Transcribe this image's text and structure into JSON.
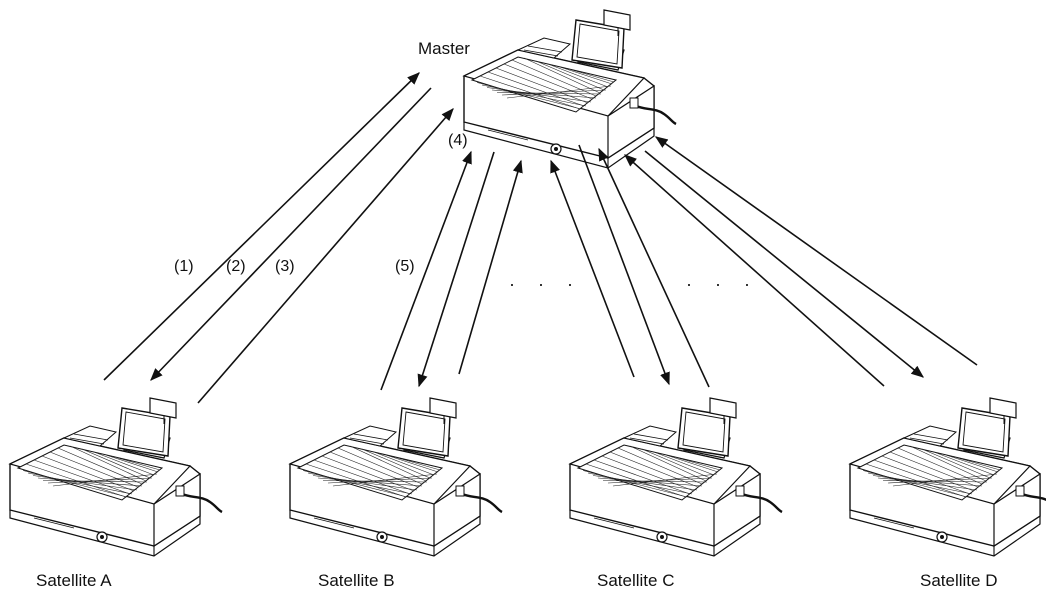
{
  "labels": {
    "master": "Master",
    "satellite_a": "Satellite A",
    "satellite_b": "Satellite B",
    "satellite_c": "Satellite C",
    "satellite_d": "Satellite D"
  },
  "steps": {
    "s1": "(1)",
    "s2": "(2)",
    "s3": "(3)",
    "s4": "(4)",
    "s5": "(5)"
  },
  "ellipsis": {
    "left": "· · ·",
    "right": "· · ·"
  },
  "icons": {
    "register": "pos-terminal-icon"
  }
}
